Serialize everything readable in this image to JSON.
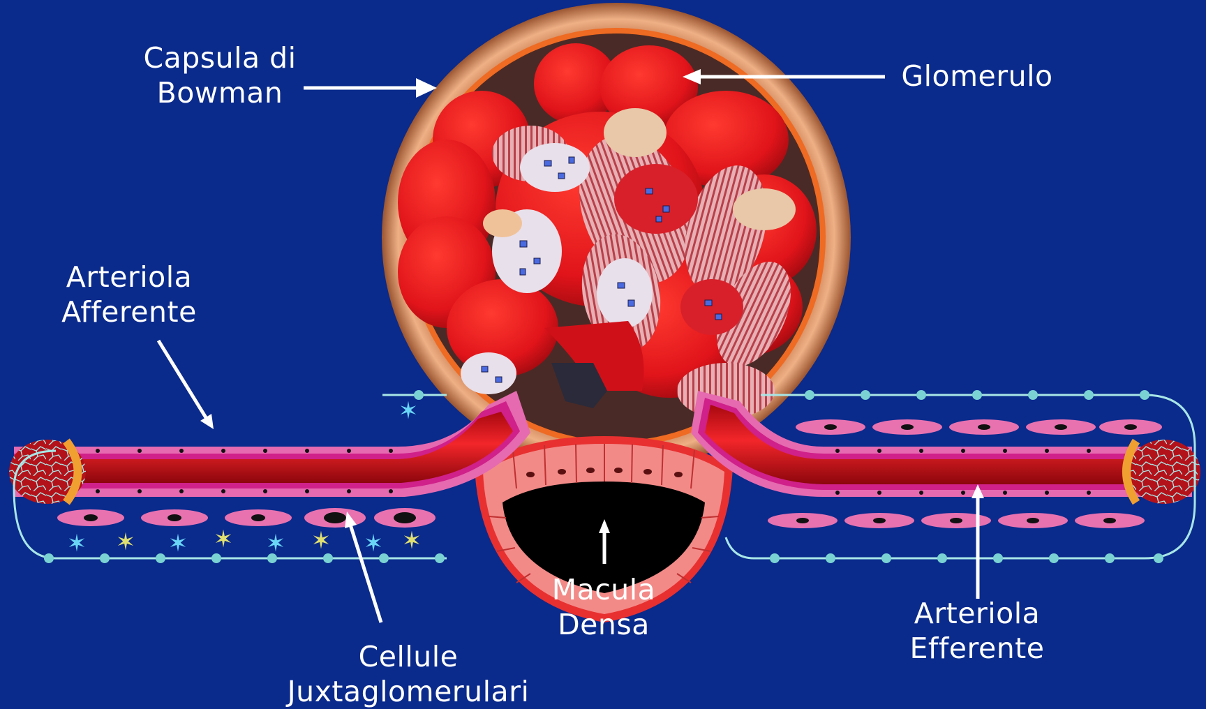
{
  "colors": {
    "background": "#0a2a8c",
    "vessel_red": "#e0141a",
    "capsule": "#e7a071",
    "label_text": "#ffffff",
    "lumen": "#000000",
    "vessel_wall": "#e56ab0"
  },
  "labels": {
    "bowman_capsule": {
      "line1": "Capsula di",
      "line2": "Bowman"
    },
    "glomerulus": {
      "line1": "Glomerulo"
    },
    "afferent_arteriole": {
      "line1": "Arteriola",
      "line2": "Afferente"
    },
    "efferent_arteriole": {
      "line1": "Arteriola",
      "line2": "Efferente"
    },
    "macula_densa": {
      "line1": "Macula",
      "line2": "Densa"
    },
    "juxtaglomerular_cells": {
      "line1": "Cellule",
      "line2": "Juxtaglomerulari"
    }
  }
}
